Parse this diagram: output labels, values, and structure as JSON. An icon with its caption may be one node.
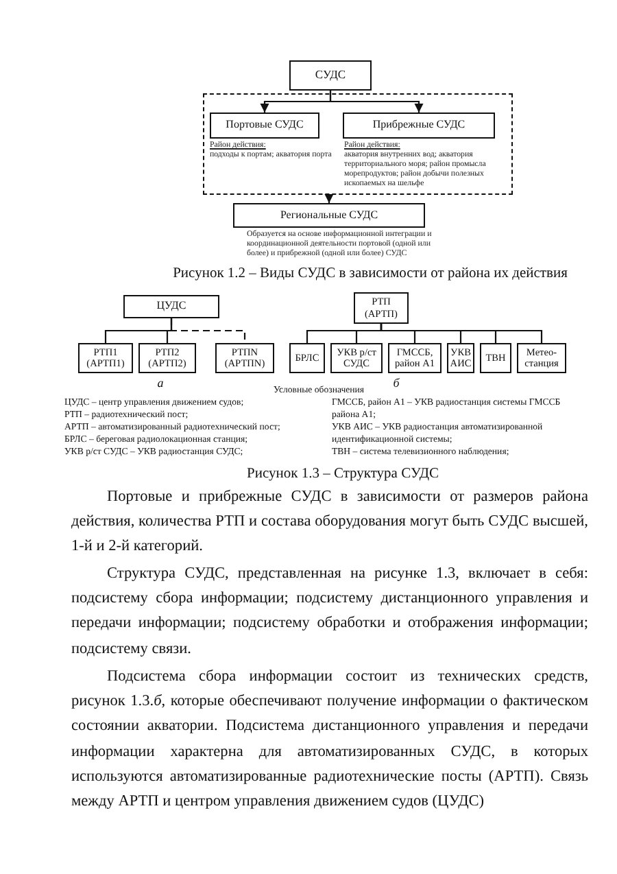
{
  "diagram": {
    "nodes": [
      {
        "text": [
          "СУДС"
        ]
      },
      {
        "text": [],
        "shape": "box"
      },
      {
        "text": [
          "Портовые СУДС"
        ],
        "in": 1,
        "beside": [
          "Район действия:",
          "подходы к портам; акватория порта"
        ]
      },
      {
        "text": [
          "Прибрежные СУДС"
        ],
        "in": 1,
        "beside": [
          "Район действия:",
          "акватория внутренних вод; акватория территориального моря; район промысла морепродуктов; район добычи полезных ископаемых на шельфе"
        ]
      },
      {
        "text": [
          "Региональные СУДС"
        ],
        "beside": [
          "Образуется на основе информационной интеграции и координационной деятельности портовой (одной или более) и прибрежной (одной или более) СУДС"
        ]
      },
      {
        "text": [
          "ЦУДС"
        ]
      },
      {
        "text": [
          "РТП1 (АРТП1)"
        ]
      },
      {
        "text": [
          "РТП2 (АРТП2)"
        ]
      },
      {
        "text": [
          "РТПN (АРТПN)"
        ]
      },
      {
        "text": [
          "РТП (АРТП)"
        ]
      },
      {
        "text": [
          "БРЛС"
        ]
      },
      {
        "text": [
          "УКВ р/ст СУДС"
        ]
      },
      {
        "text": [
          "ГМССБ, район А1"
        ]
      },
      {
        "text": [
          "УКВ АИС"
        ]
      },
      {
        "text": [
          "ТВН"
        ]
      },
      {
        "text": [
          "Метео- станция"
        ]
      }
    ],
    "edges": [
      {
        "from": 0,
        "to": 2,
        "arrow": "to"
      },
      {
        "from": 0,
        "to": 3,
        "arrow": "to"
      },
      {
        "from": 1,
        "to": 4,
        "arrow": "to"
      },
      {
        "from": 5,
        "to": 6,
        "arrow": "none"
      },
      {
        "from": 5,
        "to": 7,
        "arrow": "none"
      },
      {
        "from": 5,
        "to": 8,
        "arrow": "none",
        "style": "dashed"
      },
      {
        "from": 9,
        "to": 10,
        "arrow": "none"
      },
      {
        "from": 9,
        "to": 11,
        "arrow": "none"
      },
      {
        "from": 9,
        "to": 12,
        "arrow": "none"
      },
      {
        "from": 9,
        "to": 13,
        "arrow": "none"
      },
      {
        "from": 9,
        "to": 14,
        "arrow": "none"
      },
      {
        "from": 9,
        "to": 15,
        "arrow": "none"
      }
    ],
    "labels": [
      "Рисунок 1.2 – Виды СУДС в зависимости от района их действия",
      "а",
      "Условные обозначения",
      "б",
      "ЦУДС – центр управления движением судов;",
      "РТП – радиотехнический пост;",
      "АРТП – автоматизированный радиотехнический пост;",
      "БРЛС – береговая радиолокационная станция;",
      "УКВ р/ст СУДС – УКВ радиостанция СУДС;",
      "ГМССБ, район А1 – УКВ радиостанция системы ГМССБ района А1;",
      "УКВ АИС – УКВ радиостанция автоматизированной идентификационной системы;",
      "ТВН – система телевизионного наблюдения;",
      "Рисунок 1.3 – Структура СУДС",
      "Портовые и прибрежные СУДС в зависимости от размеров района действия, количества РТП и состава оборудования могут быть СУДС высшей, 1-й и 2-й категорий.",
      "Структура СУДС, представленная на рисунке 1.3, включает в себя: подсистему сбора информации; подсистему дистанционного управления и передачи информации; подсистему обработки и отображения информации; подсистему связи.",
      "Подсистема сбора информации состоит из технических средств, рисунок 1.3.*б*, которые обеспечивают получение информации о фактическом состоянии акватории. Подсистема дистанционного управления и передачи информации характерна для автоматизированных СУДС, в которых используются автоматизированные радиотехнические посты (АРТП). Связь между АРТП и центром управления движением судов (ЦУДС)"
    ]
  }
}
